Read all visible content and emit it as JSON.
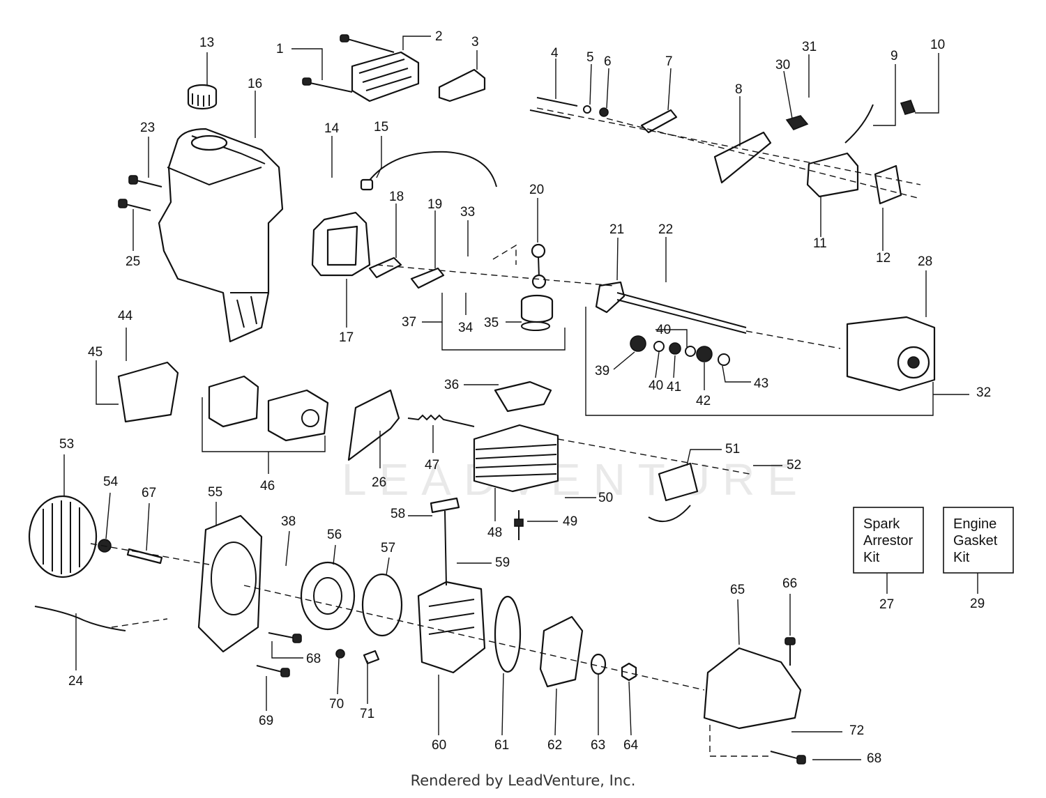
{
  "watermark": "LEADVENTURE",
  "callouts": [
    "1",
    "2",
    "3",
    "4",
    "5",
    "6",
    "7",
    "8",
    "9",
    "10",
    "11",
    "12",
    "13",
    "14",
    "15",
    "16",
    "17",
    "18",
    "19",
    "20",
    "21",
    "22",
    "23",
    "24",
    "25",
    "26",
    "27",
    "28",
    "29",
    "30",
    "31",
    "32",
    "33",
    "34",
    "35",
    "36",
    "37",
    "38",
    "39",
    "40",
    "40",
    "41",
    "42",
    "43",
    "44",
    "45",
    "46",
    "47",
    "48",
    "49",
    "50",
    "51",
    "52",
    "53",
    "54",
    "55",
    "56",
    "57",
    "58",
    "59",
    "60",
    "61",
    "62",
    "63",
    "64",
    "65",
    "66",
    "67",
    "68",
    "68",
    "69",
    "70",
    "71",
    "72"
  ],
  "kits": [
    {
      "line1": "Spark",
      "line2": "Arrestor",
      "line3": "Kit",
      "number": "27"
    },
    {
      "line1": "Engine",
      "line2": "Gasket",
      "line3": "Kit",
      "number": "29"
    }
  ],
  "footer": "Rendered by LeadVenture, Inc."
}
